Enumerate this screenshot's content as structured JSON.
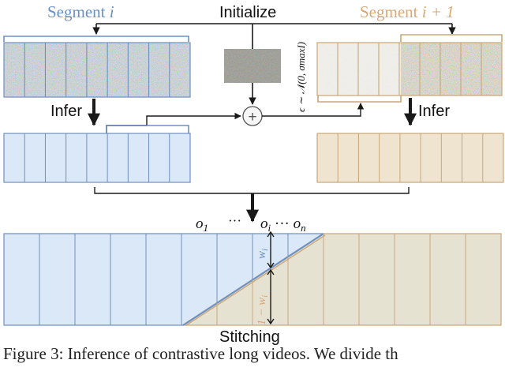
{
  "labels": {
    "segment_left_prefix": "Segment ",
    "segment_left_var": "i",
    "segment_right_prefix": "Segment ",
    "segment_right_expr": "i + 1",
    "initialize": "Initialize",
    "infer_left": "Infer",
    "infer_right": "Infer",
    "noise_formula": "ϵ ∼ 𝒩(0, σmaxI)",
    "plus_symbol": "+",
    "o1": "o1",
    "dots_mid": "···",
    "oi_on": "oi ··· on",
    "wi": "wi",
    "one_minus_wi": "1 − wi",
    "stitching": "Stitching"
  },
  "caption": "Figure 3:  Inference of contrastive long videos.  We divide th",
  "colors": {
    "blue_accent": "#6b8fc4",
    "blue_fill": "#dbe8f7",
    "blue_stroke": "#6f90bf",
    "tan_accent": "#d8a876",
    "tan_fill": "#eee4d0",
    "tan_stroke": "#c9a77a",
    "stitch_tan_fill": "#e6e2d2",
    "arrow": "#1a1a1a"
  },
  "segments": {
    "frames_per_segment": 9,
    "bottom_total_frames": 14
  }
}
